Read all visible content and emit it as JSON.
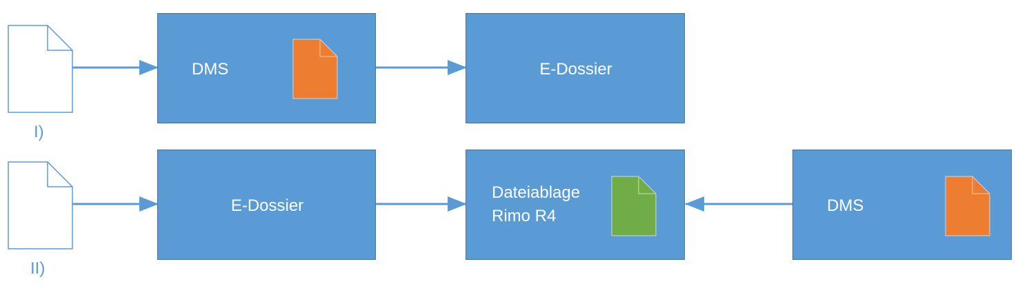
{
  "colors": {
    "box_fill": "#5b9bd5",
    "box_border": "#41719c",
    "box_text": "#ffffff",
    "arrow": "#5b9bd5",
    "doc_orange": "#ed7d31",
    "doc_green": "#70ad47",
    "doc_outline": "#5b9bd5",
    "row_label": "#5b9bd5"
  },
  "rows": [
    {
      "label": "I)",
      "source_icon": "blank-document-icon",
      "boxes": [
        {
          "label": "DMS",
          "icon": "orange-document-icon"
        },
        {
          "label": "E-Dossier"
        }
      ]
    },
    {
      "label": "II)",
      "source_icon": "blank-document-icon",
      "boxes": [
        {
          "label": "E-Dossier"
        },
        {
          "label_lines": [
            "Dateiablage",
            "Rimo R4"
          ],
          "icon": "green-document-icon"
        },
        {
          "label": "DMS",
          "icon": "orange-document-icon"
        }
      ]
    }
  ]
}
